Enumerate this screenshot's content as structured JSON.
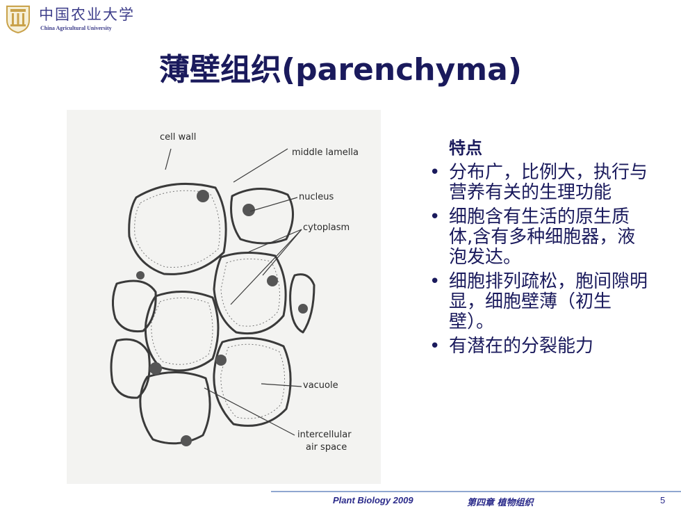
{
  "header": {
    "logo_cn": "中国农业大学",
    "logo_en": "China Agricultural University"
  },
  "slide": {
    "title": "薄壁组织(parenchyma)"
  },
  "figure": {
    "labels": {
      "cell_wall": "cell wall",
      "middle_lamella": "middle lamella",
      "nucleus": "nucleus",
      "cytoplasm": "cytoplasm",
      "vacuole": "vacuole",
      "intercellular_1": "intercellular",
      "intercellular_2": "air space"
    }
  },
  "features": {
    "heading": "特点",
    "items": [
      "分布广，比例大，执行与营养有关的生理功能",
      "细胞含有生活的原生质体,含有多种细胞器，液泡发达。",
      "细胞排列疏松，胞间隙明显，细胞壁薄（初生壁）。",
      "有潜在的分裂能力"
    ]
  },
  "footer": {
    "course": "Plant Biology 2009",
    "chapter": "第四章 植物组织",
    "page_number": "5"
  },
  "colors": {
    "title": "#1a1a5c",
    "text": "#1a1a5c",
    "logo": "#3d3d8a",
    "footer_rule": "#8fa6d0"
  }
}
